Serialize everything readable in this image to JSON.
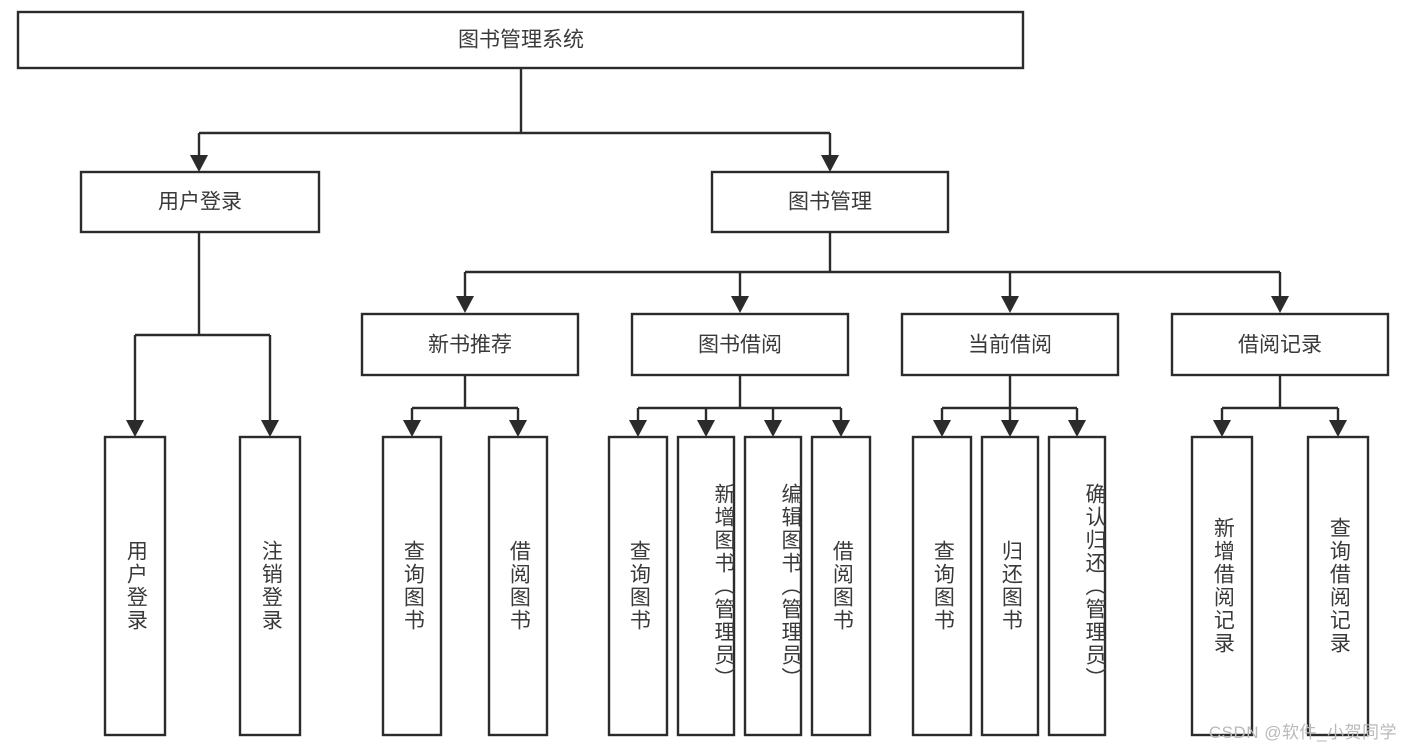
{
  "diagram": {
    "type": "hierarchy-tree",
    "title_text": "图书管理系统",
    "colors": {
      "background": "#ffffff",
      "box_border": "#2b2b2b",
      "box_fill": "#ffffff",
      "text": "#3a3a3a",
      "connector": "#2b2b2b",
      "watermark": "#b9b9b9"
    },
    "root": {
      "label": "图书管理系统"
    },
    "level2": {
      "user_login": {
        "label": "用户登录"
      },
      "book_manage": {
        "label": "图书管理"
      }
    },
    "level3": {
      "new_book_rec": {
        "label": "新书推荐"
      },
      "book_borrow": {
        "label": "图书借阅"
      },
      "current_borrow": {
        "label": "当前借阅"
      },
      "borrow_record": {
        "label": "借阅记录"
      }
    },
    "leaves": {
      "user_login": [
        {
          "label": "用户登录"
        },
        {
          "label": "注销登录"
        }
      ],
      "new_book_rec": [
        {
          "label": "查询图书"
        },
        {
          "label": "借阅图书"
        }
      ],
      "book_borrow": [
        {
          "label": "查询图书"
        },
        {
          "label": "新增图书（管理员）"
        },
        {
          "label": "编辑图书（管理员）"
        },
        {
          "label": "借阅图书"
        }
      ],
      "current_borrow": [
        {
          "label": "查询图书"
        },
        {
          "label": "归还图书"
        },
        {
          "label": "确认归还（管理员）"
        }
      ],
      "borrow_record": [
        {
          "label": "新增借阅记录"
        },
        {
          "label": "查询借阅记录"
        }
      ]
    },
    "watermark": {
      "text": "CSDN @软件_小贺同学"
    }
  }
}
